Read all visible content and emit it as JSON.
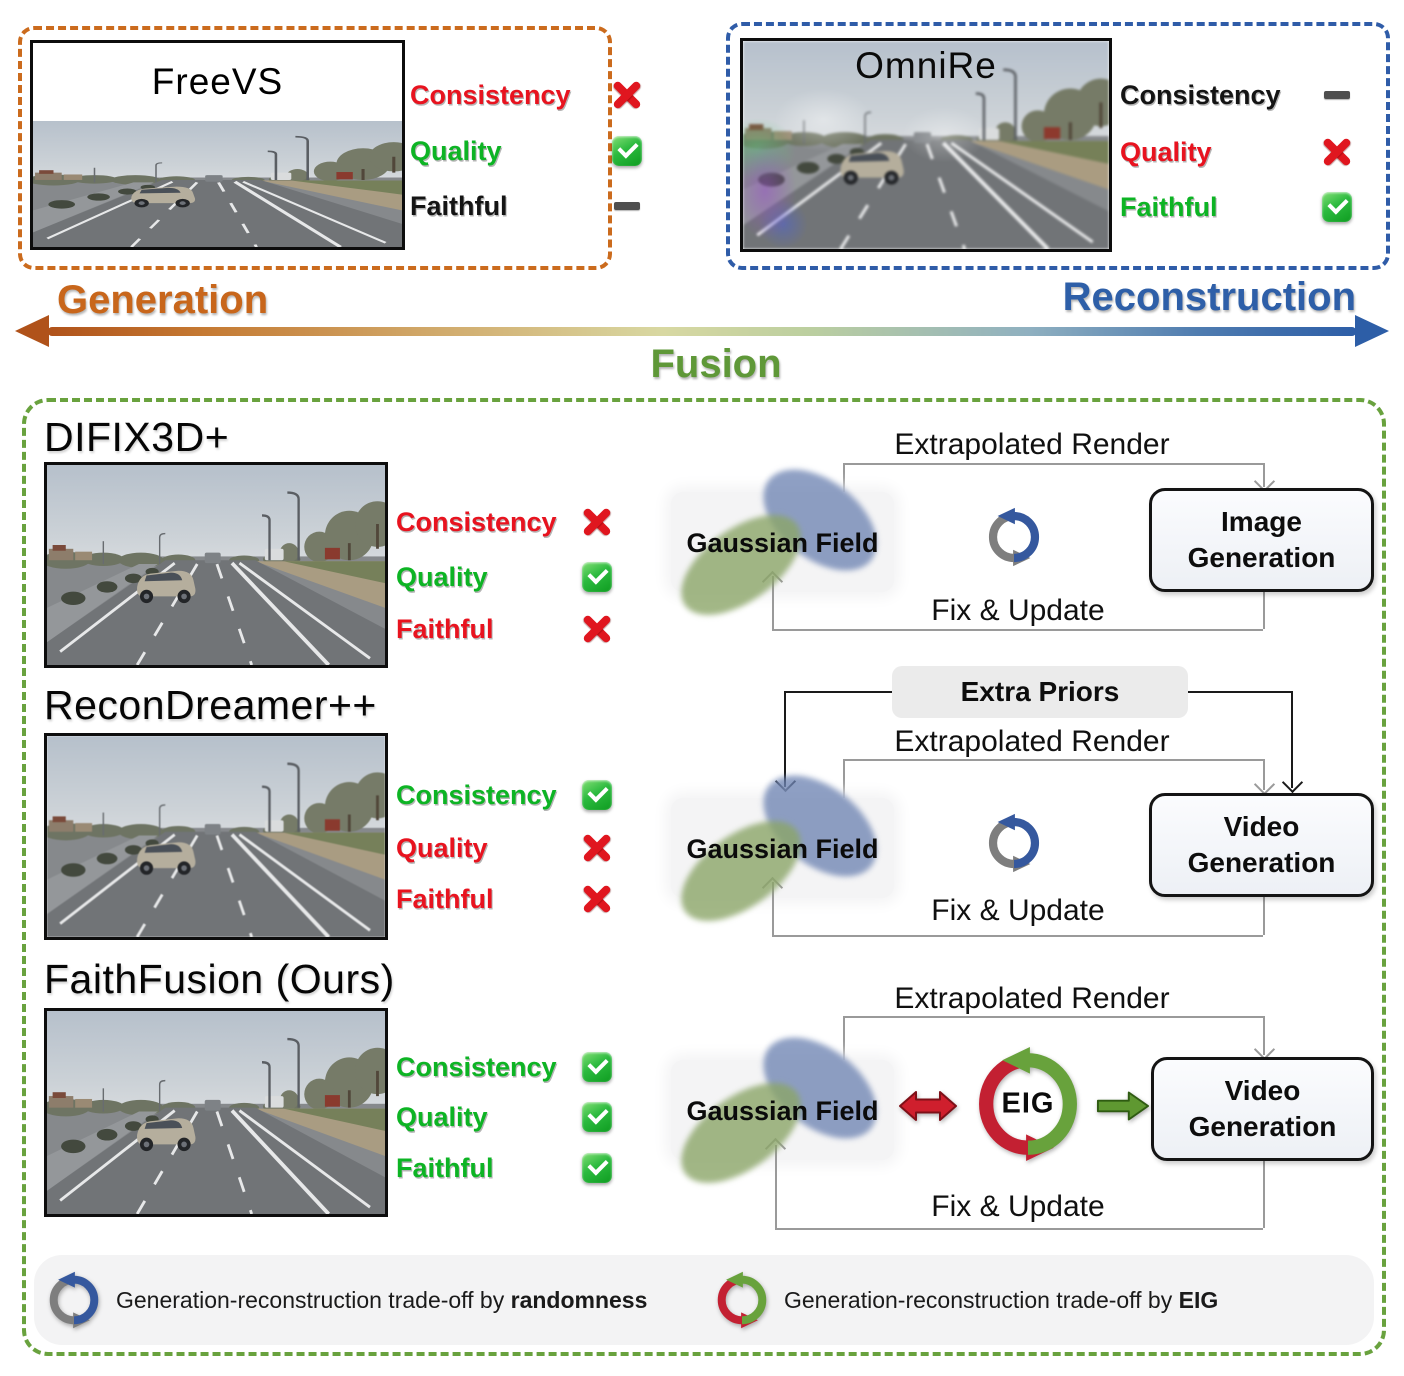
{
  "colors": {
    "generation_orange": "#c8661b",
    "reconstruction_blue": "#2e5fa8",
    "fusion_green": "#5f9838",
    "frame_orange": "#cb6b1d",
    "frame_blue": "#2f5ca8",
    "frame_fusion_green": "#69a23e",
    "metric_red": "#e8131f",
    "metric_green": "#0db424",
    "metric_black": "#141414"
  },
  "top_panels": [
    {
      "title": "FreeVS",
      "frame_color": "#cb6b1d",
      "metrics": [
        {
          "label": "Consistency",
          "color": "#e8131f",
          "mark": "cross"
        },
        {
          "label": "Quality",
          "color": "#0db424",
          "mark": "check"
        },
        {
          "label": "Faithful",
          "color": "#141414",
          "mark": "dash"
        }
      ]
    },
    {
      "title": "OmniRe",
      "frame_color": "#2f5ca8",
      "metrics": [
        {
          "label": "Consistency",
          "color": "#141414",
          "mark": "dash"
        },
        {
          "label": "Quality",
          "color": "#e8131f",
          "mark": "cross"
        },
        {
          "label": "Faithful",
          "color": "#0db424",
          "mark": "check"
        }
      ]
    }
  ],
  "axis": {
    "left": "Generation",
    "right": "Reconstruction",
    "center": "Fusion"
  },
  "methods": [
    {
      "title": "DIFIX3D+",
      "metrics": [
        {
          "label": "Consistency",
          "color": "#e8131f",
          "mark": "cross"
        },
        {
          "label": "Quality",
          "color": "#0db424",
          "mark": "check"
        },
        {
          "label": "Faithful",
          "color": "#e8131f",
          "mark": "cross"
        }
      ],
      "diagram": {
        "top_label": "Extrapolated Render",
        "bottom_label": "Fix & Update",
        "field_label": "Gaussian Field",
        "gen_line1": "Image",
        "gen_line2": "Generation"
      }
    },
    {
      "title": "ReconDreamer++",
      "metrics": [
        {
          "label": "Consistency",
          "color": "#0db424",
          "mark": "check"
        },
        {
          "label": "Quality",
          "color": "#e8131f",
          "mark": "cross"
        },
        {
          "label": "Faithful",
          "color": "#e8131f",
          "mark": "cross"
        }
      ],
      "diagram": {
        "extra_label": "Extra Priors",
        "top_label": "Extrapolated Render",
        "bottom_label": "Fix & Update",
        "field_label": "Gaussian Field",
        "gen_line1": "Video",
        "gen_line2": "Generation"
      }
    },
    {
      "title": "FaithFusion (Ours)",
      "metrics": [
        {
          "label": "Consistency",
          "color": "#0db424",
          "mark": "check"
        },
        {
          "label": "Quality",
          "color": "#0db424",
          "mark": "check"
        },
        {
          "label": "Faithful",
          "color": "#0db424",
          "mark": "check"
        }
      ],
      "diagram": {
        "top_label": "Extrapolated Render",
        "bottom_label": "Fix & Update",
        "field_label": "Gaussian Field",
        "eig_label": "EIG",
        "gen_line1": "Video",
        "gen_line2": "Generation"
      }
    }
  ],
  "legend": [
    {
      "prefix": "Generation-reconstruction trade-off by ",
      "bold": "randomness"
    },
    {
      "prefix": "Generation-reconstruction trade-off by ",
      "bold": "EIG"
    }
  ]
}
